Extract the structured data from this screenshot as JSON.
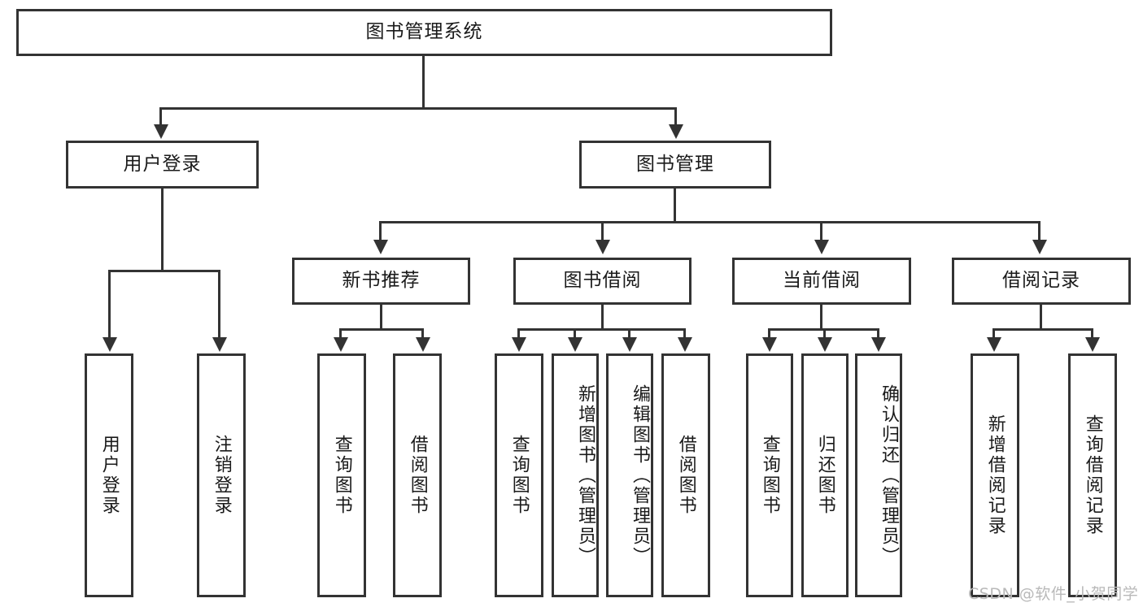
{
  "diagram": {
    "type": "tree-hierarchy-chart",
    "title": "图书管理系统",
    "root": {
      "label": "图书管理系统"
    },
    "level1": [
      {
        "label": "用户登录"
      },
      {
        "label": "图书管理"
      }
    ],
    "level2": [
      {
        "label": "新书推荐"
      },
      {
        "label": "图书借阅"
      },
      {
        "label": "当前借阅"
      },
      {
        "label": "借阅记录"
      }
    ],
    "leaves": {
      "user_login": [
        {
          "label": "用户登录"
        },
        {
          "label": "注销登录"
        }
      ],
      "new_book_recommend": [
        {
          "label": "查询图书"
        },
        {
          "label": "借阅图书"
        }
      ],
      "book_borrow": [
        {
          "label": "查询图书"
        },
        {
          "label": "新增图书（管理员）"
        },
        {
          "label": "编辑图书（管理员）"
        },
        {
          "label": "借阅图书"
        }
      ],
      "current_borrow": [
        {
          "label": "查询图书"
        },
        {
          "label": "归还图书"
        },
        {
          "label": "确认归还（管理员）"
        }
      ],
      "borrow_record": [
        {
          "label": "新增借阅记录"
        },
        {
          "label": "查询借阅记录"
        }
      ]
    }
  },
  "watermark": {
    "text": "CSDN @软件_小贺同学"
  },
  "colors": {
    "border": "#333333",
    "background": "#ffffff",
    "text": "#1a1a1a",
    "watermark": "#b9b9b9"
  }
}
